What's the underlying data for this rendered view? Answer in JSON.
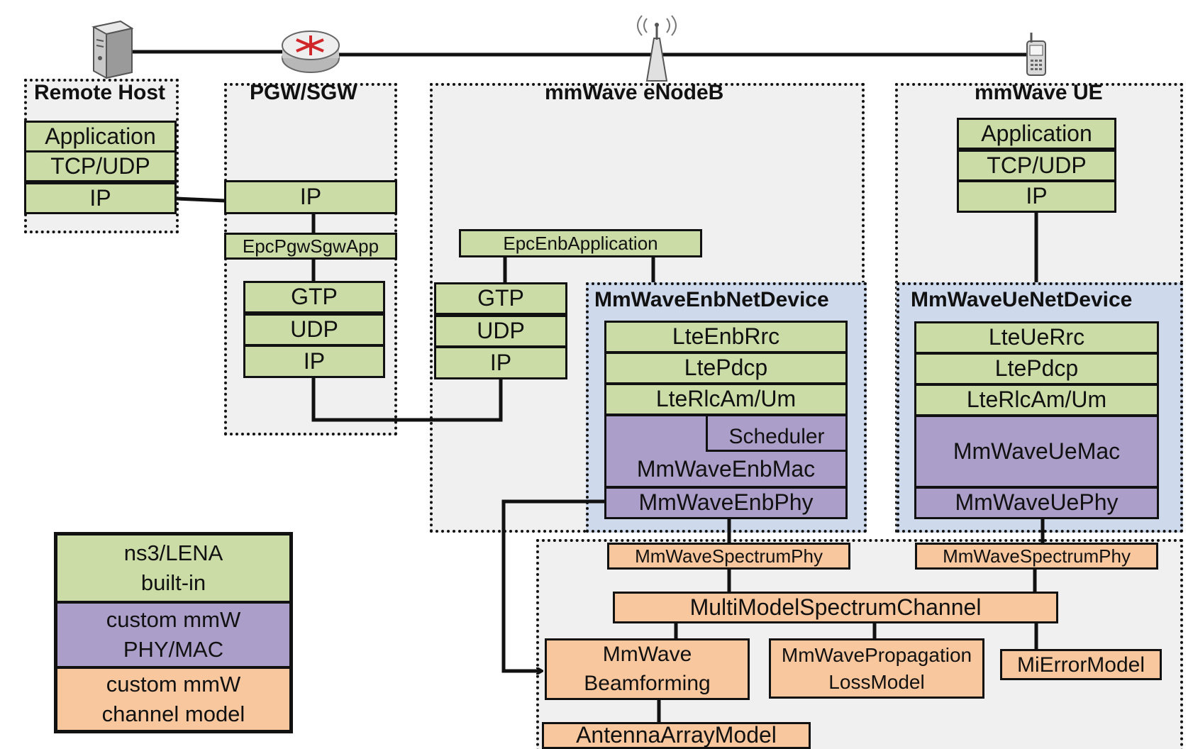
{
  "nodes": {
    "remote_host": "Remote Host",
    "pgw_sgw": "PGW/SGW",
    "enodeb": "mmWave eNodeB",
    "ue": "mmWave UE"
  },
  "remote_host_stack": [
    "Application",
    "TCP/UDP",
    "IP"
  ],
  "pgw": {
    "ip": "IP",
    "app": "EpcPgwSgwApp",
    "stack": [
      "GTP",
      "UDP",
      "IP"
    ]
  },
  "enb": {
    "app": "EpcEnbApplication",
    "stack": [
      "GTP",
      "UDP",
      "IP"
    ],
    "net_device": "MmWaveEnbNetDevice",
    "rrc": "LteEnbRrc",
    "pdcp": "LtePdcp",
    "rlc": "LteRlcAm/Um",
    "scheduler": "Scheduler",
    "mac": "MmWaveEnbMac",
    "phy": "MmWaveEnbPhy"
  },
  "ue_stack": [
    "Application",
    "TCP/UDP",
    "IP"
  ],
  "ue_dev": {
    "net_device": "MmWaveUeNetDevice",
    "rrc": "LteUeRrc",
    "pdcp": "LtePdcp",
    "rlc": "LteRlcAm/Um",
    "mac": "MmWaveUeMac",
    "phy": "MmWaveUePhy"
  },
  "channel": {
    "enb_spectrum_phy": "MmWaveSpectrumPhy",
    "ue_spectrum_phy": "MmWaveSpectrumPhy",
    "multi_model": "MultiModelSpectrumChannel",
    "beamforming_line1": "MmWave",
    "beamforming_line2": "Beamforming",
    "propagation_line1": "MmWavePropagation",
    "propagation_line2": "LossModel",
    "error_model": "MiErrorModel",
    "antenna": "AntennaArrayModel"
  },
  "legend": [
    {
      "line1": "ns3/LENA",
      "line2": "built-in",
      "color": "#cbdca7"
    },
    {
      "line1": "custom mmW",
      "line2": "PHY/MAC",
      "color": "#ab9ec9"
    },
    {
      "line1": "custom mmW",
      "line2": "channel model",
      "color": "#f9c79d"
    }
  ],
  "colors": {
    "ns3_green": "#cbdca7",
    "mmw_purple": "#ab9ec9",
    "channel_orange": "#f9c79d",
    "net_device_blue": "#cfd9ec",
    "group_grey": "#f0f0f0"
  },
  "icons": [
    "server-icon",
    "router-icon",
    "antenna-tower-icon",
    "mobile-phone-icon"
  ]
}
